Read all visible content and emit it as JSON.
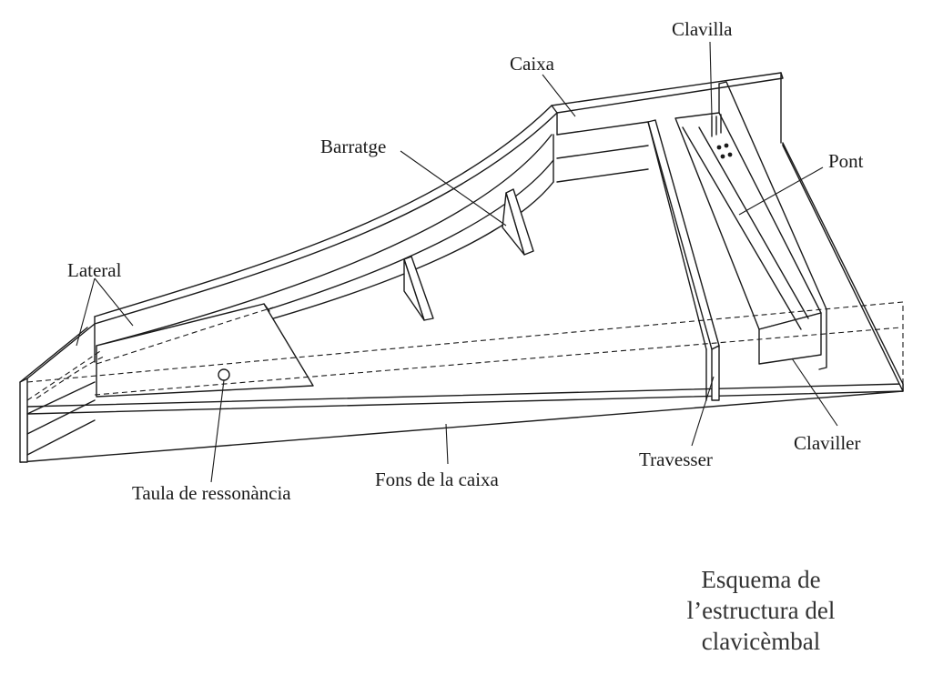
{
  "labels": {
    "clavilla": "Clavilla",
    "caixa": "Caixa",
    "barratge": "Barratge",
    "pont": "Pont",
    "lateral": "Lateral",
    "taula": "Taula de ressonància",
    "fons": "Fons de la caixa",
    "travesser": "Travesser",
    "claviller": "Claviller"
  },
  "title": {
    "line1": "Esquema de",
    "line2": "l’estructura del",
    "line3": "clavicèmbal"
  }
}
